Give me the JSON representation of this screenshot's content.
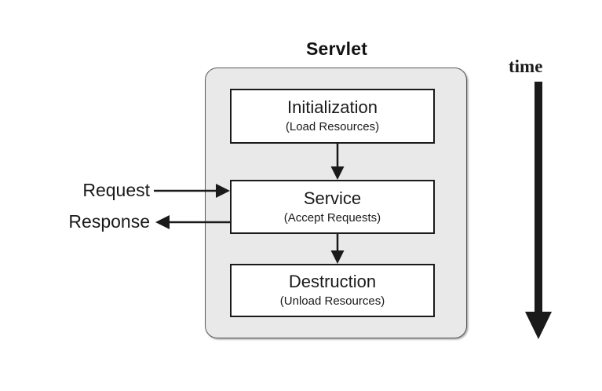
{
  "diagram": {
    "title": "Servlet",
    "background_color": "#ffffff",
    "container_fill": "#e9e9e9",
    "box_fill": "#ffffff",
    "stroke_color": "#1a1a1a",
    "phases": [
      {
        "id": "initialization",
        "title": "Initialization",
        "subtitle": "(Load Resources)"
      },
      {
        "id": "service",
        "title": "Service",
        "subtitle": "(Accept Requests)"
      },
      {
        "id": "destruction",
        "title": "Destruction",
        "subtitle": "(Unload Resources)"
      }
    ],
    "side_labels": {
      "request": "Request",
      "response": "Response"
    },
    "time_axis": {
      "label": "time",
      "direction": "downward"
    }
  }
}
